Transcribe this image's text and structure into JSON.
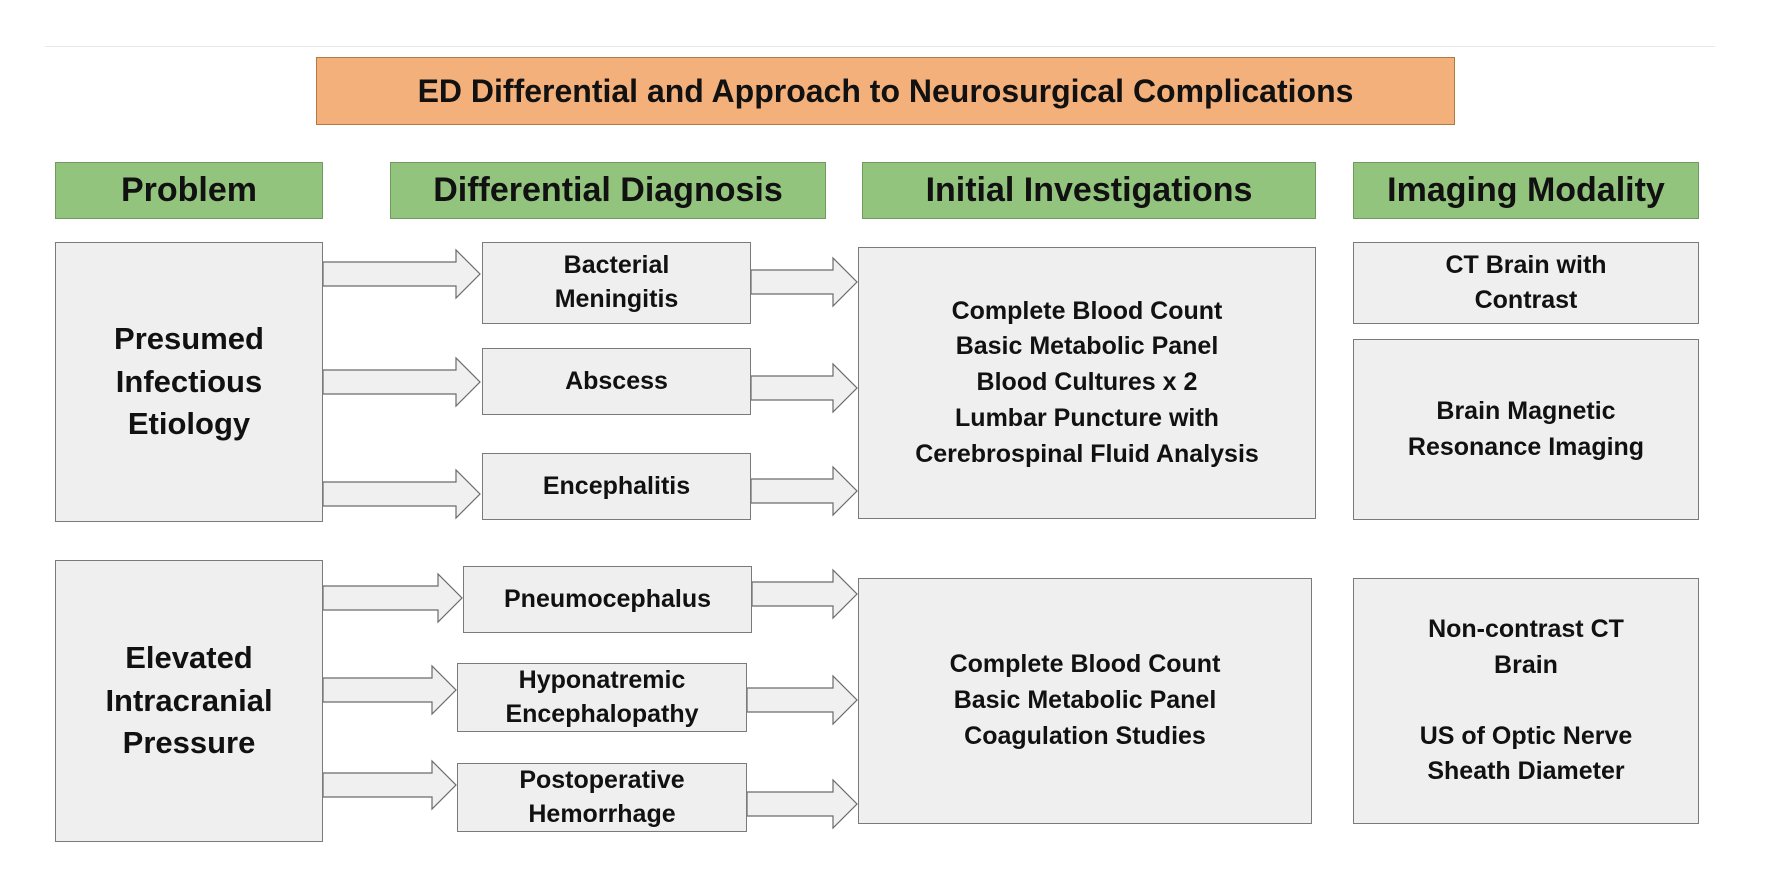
{
  "diagram": {
    "title": "ED Differential and Approach to Neurosurgical Complications",
    "colors": {
      "title_fill": "#f4b07a",
      "header_fill": "#93c47d",
      "box_fill": "#efefef",
      "box_border": "#7a7a7a",
      "arrow_fill": "#f0f0f0",
      "arrow_stroke": "#6b6b6b"
    },
    "headers": [
      "Problem",
      "Differential Diagnosis",
      "Initial Investigations",
      "Imaging Modality"
    ],
    "infectious": {
      "problem": "Presumed\nInfectious\nEtiology",
      "differentials": [
        "Bacterial\nMeningitis",
        "Abscess",
        "Encephalitis"
      ],
      "investigations": "Complete Blood Count\nBasic Metabolic Panel\nBlood Cultures x 2\nLumbar Puncture with\nCerebrospinal Fluid Analysis",
      "imaging": [
        "CT Brain with\nContrast",
        "Brain Magnetic\nResonance Imaging"
      ]
    },
    "icp": {
      "problem": "Elevated\nIntracranial\nPressure",
      "differentials": [
        "Pneumocephalus",
        "Hyponatremic\nEncephalopathy",
        "Postoperative\nHemorrhage"
      ],
      "investigations": "Complete Blood Count\nBasic Metabolic Panel\nCoagulation Studies",
      "imaging": "Non-contrast CT\nBrain\n\nUS of Optic Nerve\nSheath Diameter"
    }
  }
}
